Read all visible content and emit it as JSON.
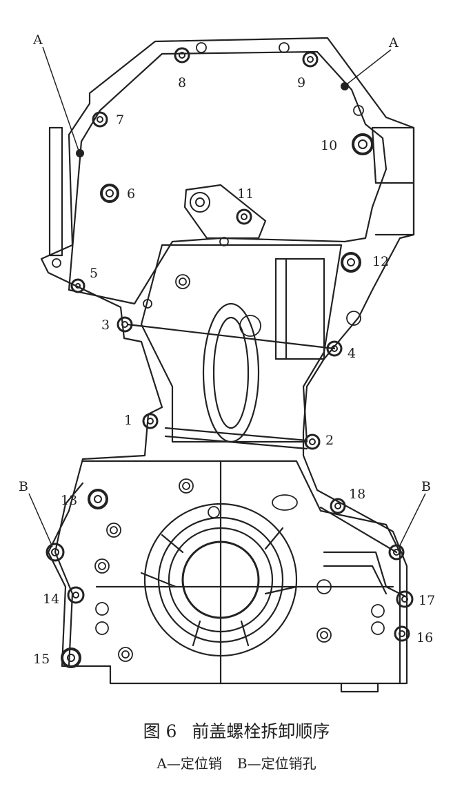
{
  "figure": {
    "caption_number": "图 6",
    "caption_title": "前盖螺栓拆卸顺序",
    "legend_a": "A—定位销",
    "legend_b": "B—定位销孔"
  },
  "labels": {
    "a": "A",
    "b": "B",
    "bolts": [
      "1",
      "2",
      "3",
      "4",
      "5",
      "6",
      "7",
      "8",
      "9",
      "10",
      "11",
      "12",
      "13",
      "14",
      "15",
      "16",
      "17",
      "18"
    ]
  },
  "colors": {
    "ink": "#222222",
    "paper": "#ffffff"
  }
}
